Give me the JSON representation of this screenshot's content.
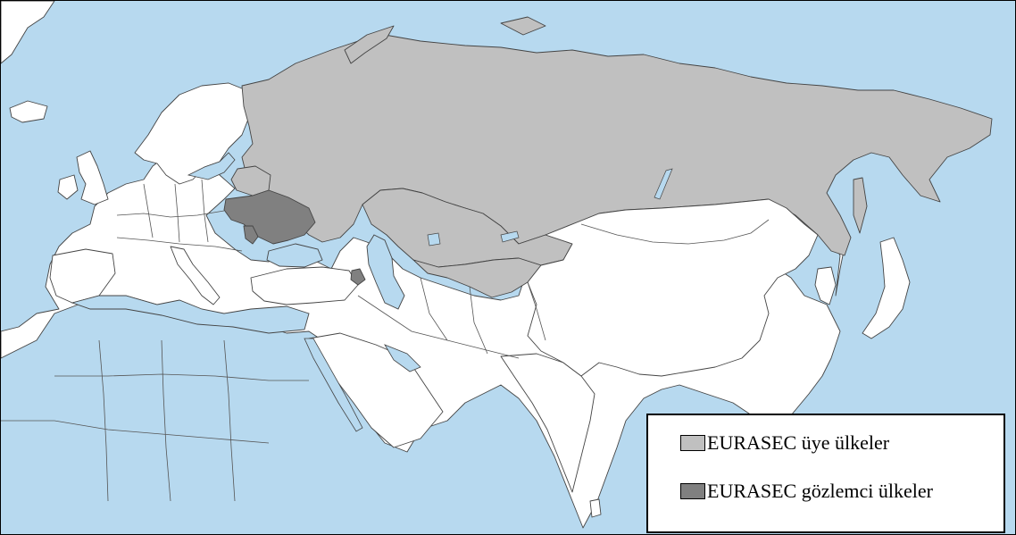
{
  "map": {
    "colors": {
      "water": "#b7d9ef",
      "land": "#ffffff",
      "member": "#c0c0c0",
      "observer": "#808080",
      "border": "#444444"
    },
    "member_countries": [
      "Russia",
      "Belarus",
      "Kazakhstan",
      "Kyrgyzstan",
      "Tajikistan",
      "Uzbekistan"
    ],
    "observer_countries": [
      "Ukraine",
      "Moldova",
      "Armenia"
    ]
  },
  "legend": {
    "items": [
      {
        "label": "EURASEC üye ülkeler",
        "color": "#c0c0c0"
      },
      {
        "label": "EURASEC gözlemci ülkeler",
        "color": "#808080"
      }
    ]
  }
}
